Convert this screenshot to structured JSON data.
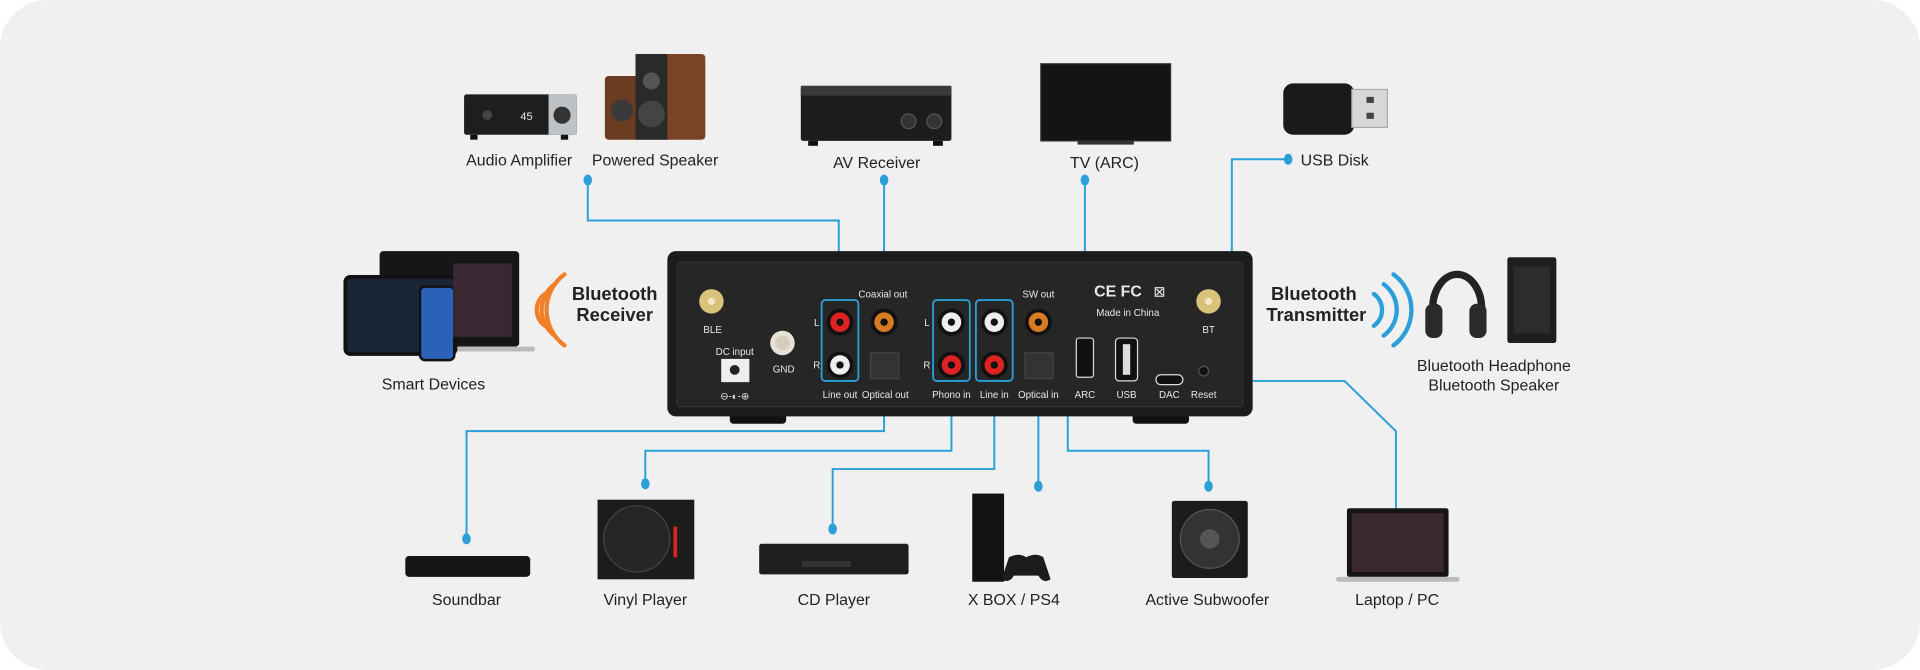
{
  "devices_top": {
    "audio_amplifier": "Audio Amplifier",
    "powered_speaker": "Powered Speaker",
    "av_receiver": "AV Receiver",
    "tv": "TV (ARC)",
    "usb_disk": "USB Disk",
    "amp_display": "45"
  },
  "devices_side": {
    "smart_devices": "Smart Devices",
    "bt_receiver_line1": "Bluetooth",
    "bt_receiver_line2": "Receiver",
    "bt_transmitter_line1": "Bluetooth",
    "bt_transmitter_line2": "Transmitter",
    "bt_headphone": "Bluetooth Headphone",
    "bt_speaker": "Bluetooth Speaker"
  },
  "devices_bottom": {
    "soundbar": "Soundbar",
    "vinyl": "Vinyl Player",
    "cd": "CD Player",
    "console": "X BOX / PS4",
    "subwoofer": "Active Subwoofer",
    "laptop": "Laptop / PC"
  },
  "panel": {
    "ble": "BLE",
    "dc_input": "DC input",
    "gnd": "GND",
    "left": "L",
    "right": "R",
    "coaxial_out": "Coaxial out",
    "line_out": "Line out",
    "optical_out": "Optical out",
    "phono_in": "Phono in",
    "line_in": "Line in",
    "optical_in": "Optical in",
    "sw_out": "SW out",
    "certs": "CE FC",
    "made_in": "Made in China",
    "arc": "ARC",
    "usb": "USB",
    "dac": "DAC",
    "reset": "Reset",
    "bt": "BT"
  },
  "colors": {
    "wire": "#2a9fd8",
    "receiver_waves": "#f07f2a",
    "transmitter_waves": "#2a9fd8",
    "panel": "#1c1c1c"
  }
}
